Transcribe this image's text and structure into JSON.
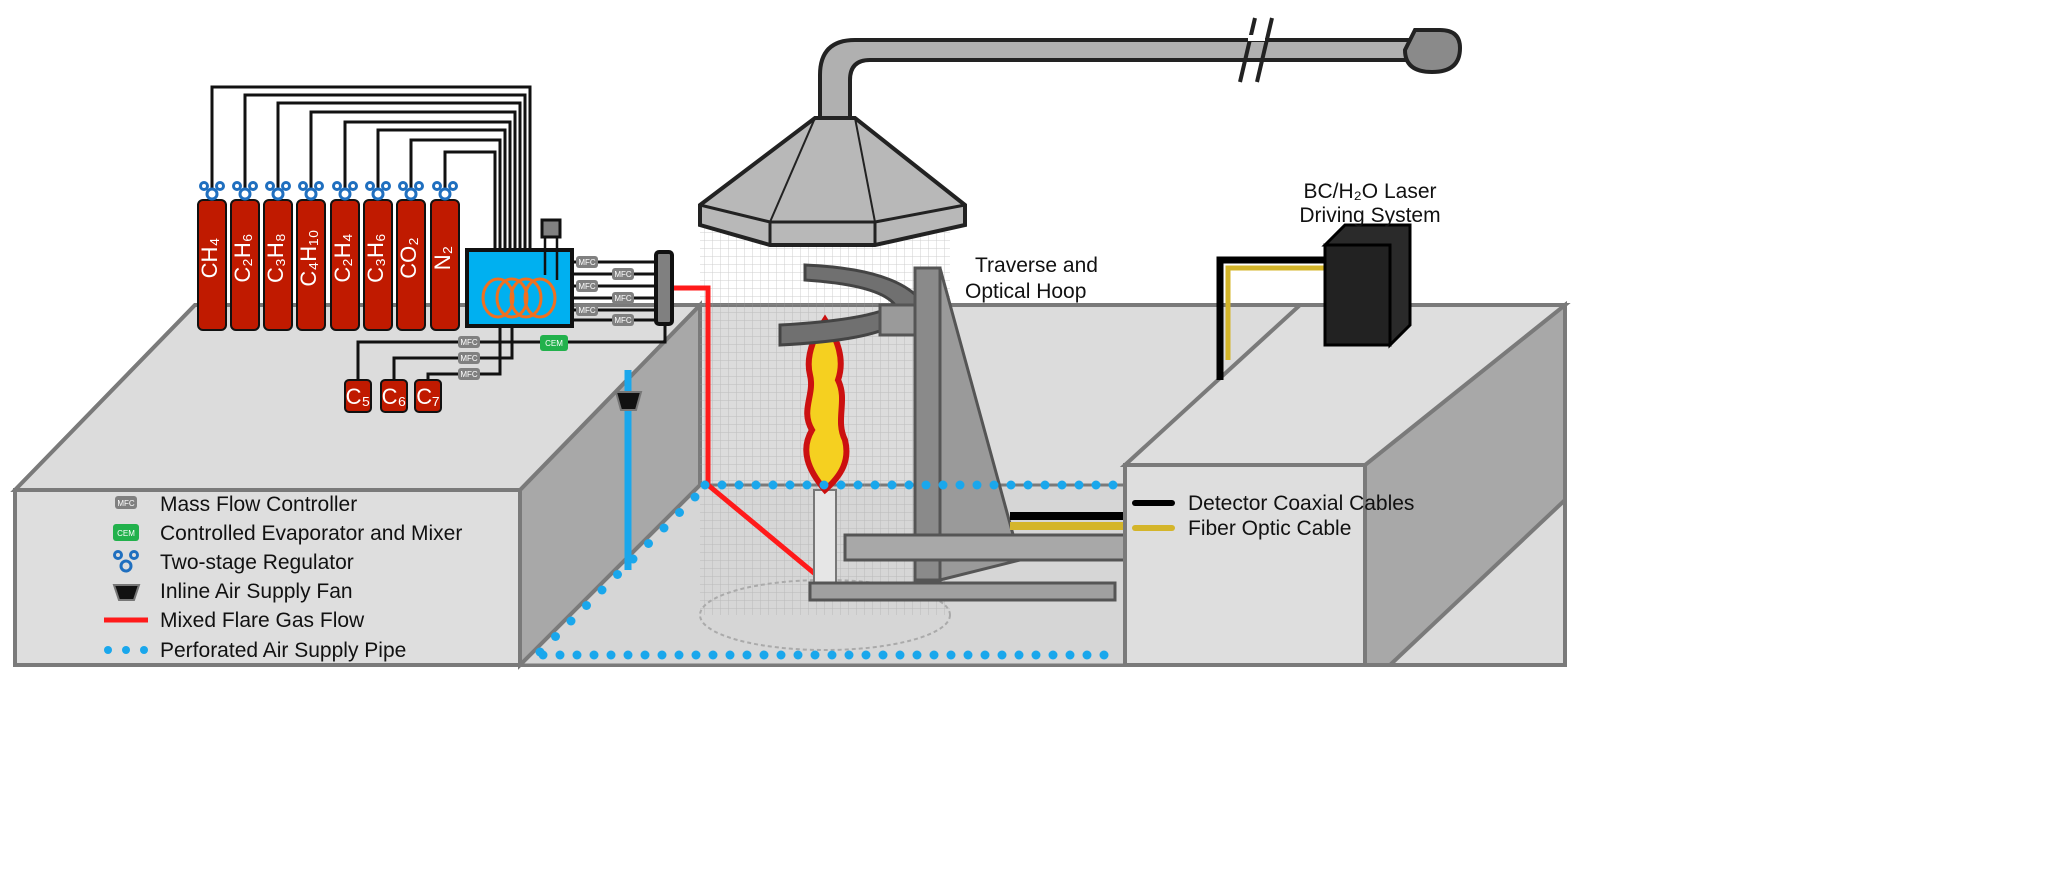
{
  "colors": {
    "cylinder": "#c01a00",
    "regulator": "#1f6fbf",
    "evaporator": "#00b0f0",
    "coil": "#f07020",
    "cem": "#22b14c",
    "mfc": "#808080",
    "flare_gas_flow": "#ff1a1a",
    "air_pipe": "#1aa7ec",
    "coax": "#000000",
    "fiber": "#d4b52a",
    "laser_box": "#222222"
  },
  "cylinders": [
    {
      "label": "CH₄"
    },
    {
      "label": "C₂H₆"
    },
    {
      "label": "C₃H₈"
    },
    {
      "label": "C₄H₁₀"
    },
    {
      "label": "C₂H₄"
    },
    {
      "label": "C₃H₆"
    },
    {
      "label": "CO₂"
    },
    {
      "label": "N₂"
    }
  ],
  "liquid_cylinders": [
    {
      "label": "C₅"
    },
    {
      "label": "C₆"
    },
    {
      "label": "C₇"
    }
  ],
  "mfc_label": "MFC",
  "cem_label": "CEM",
  "annotations": {
    "traverse_line1": "Traverse and",
    "traverse_line2": "Optical Hoop",
    "laser_line1": "BC/H₂O Laser",
    "laser_line2": "Driving System"
  },
  "legend_left": [
    {
      "icon": "mfc-icon",
      "label": "Mass Flow Controller"
    },
    {
      "icon": "cem-icon",
      "label": "Controlled Evaporator and Mixer"
    },
    {
      "icon": "regulator-icon",
      "label": "Two-stage Regulator"
    },
    {
      "icon": "fan-icon",
      "label": "Inline Air Supply Fan"
    },
    {
      "icon": "red-line-icon",
      "label": "Mixed Flare Gas Flow"
    },
    {
      "icon": "blue-dots-icon",
      "label": "Perforated Air Supply Pipe"
    }
  ],
  "legend_right": [
    {
      "icon": "black-line-icon",
      "label": "Detector Coaxial Cables"
    },
    {
      "icon": "yellow-line-icon",
      "label": "Fiber Optic Cable"
    }
  ]
}
